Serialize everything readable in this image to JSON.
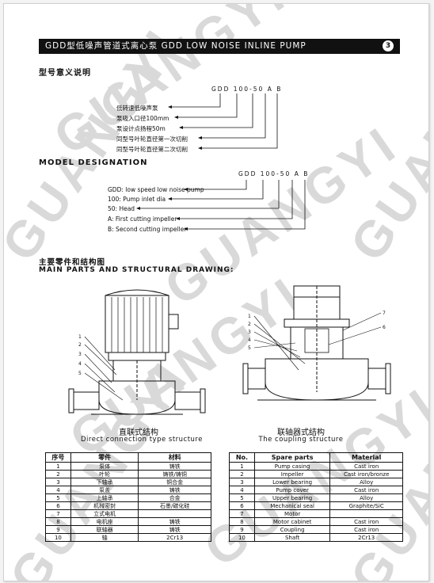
{
  "watermark_text": "GUANGYI",
  "header": {
    "title": "GDD型低噪声管道式离心泵 GDD LOW NOISE INLINE PUMP",
    "page_number": "3"
  },
  "model_cn": {
    "heading": "型号意义说明",
    "code": "GDD  100-50   A   B",
    "labels": [
      "低转速低噪声泵",
      "泵吸入口径100mm",
      "泵设计点扬程50m",
      "同型号叶轮直径第一次切削",
      "同型号叶轮直径第二次切削"
    ]
  },
  "model_en": {
    "heading": "MODEL DESIGNATION",
    "code": "GDD  100-50   A   B",
    "labels": [
      "GDD: low speed low noise pump",
      "100: Pump inlet dia",
      "50: Head",
      "A: First cutting impeller",
      "B: Second cutting impeller"
    ]
  },
  "parts_heading": {
    "cn": "主要零件和结构图",
    "en": "MAIN PARTS AND STRUCTURAL DRAWING:"
  },
  "drawings": {
    "left": {
      "cn": "直联式结构",
      "en": "Direct connection type structure"
    },
    "right": {
      "cn": "联轴器式结构",
      "en": "The coupling structure"
    }
  },
  "table_cn": {
    "headers": [
      "序号",
      "零件",
      "材料"
    ],
    "rows": [
      [
        "1",
        "泵体",
        "铸铁"
      ],
      [
        "2",
        "叶轮",
        "铸铁/铸铜"
      ],
      [
        "3",
        "下轴承",
        "铜合金"
      ],
      [
        "4",
        "泵盖",
        "铸铁"
      ],
      [
        "5",
        "上轴承",
        "合金"
      ],
      [
        "6",
        "机械密封",
        "石墨/碳化硅"
      ],
      [
        "7",
        "立式电机",
        ""
      ],
      [
        "8",
        "电机座",
        "铸铁"
      ],
      [
        "9",
        "联轴器",
        "铸铁"
      ],
      [
        "10",
        "轴",
        "2Cr13"
      ]
    ]
  },
  "table_en": {
    "headers": [
      "No.",
      "Spare parts",
      "Material"
    ],
    "rows": [
      [
        "1",
        "Pump casing",
        "Cast iron"
      ],
      [
        "2",
        "Impeller",
        "Cast iron/bronze"
      ],
      [
        "3",
        "Lower bearing",
        "Alloy"
      ],
      [
        "4",
        "Pump cover",
        "Cast iron"
      ],
      [
        "5",
        "Upper bearing",
        "Alloy"
      ],
      [
        "6",
        "Mechanical seal",
        "Graphite/SiC"
      ],
      [
        "7",
        "Motor",
        ""
      ],
      [
        "8",
        "Motor cabinet",
        "Cast iron"
      ],
      [
        "9",
        "Coupling",
        "Cast iron"
      ],
      [
        "10",
        "Shaft",
        "2Cr13"
      ]
    ]
  }
}
